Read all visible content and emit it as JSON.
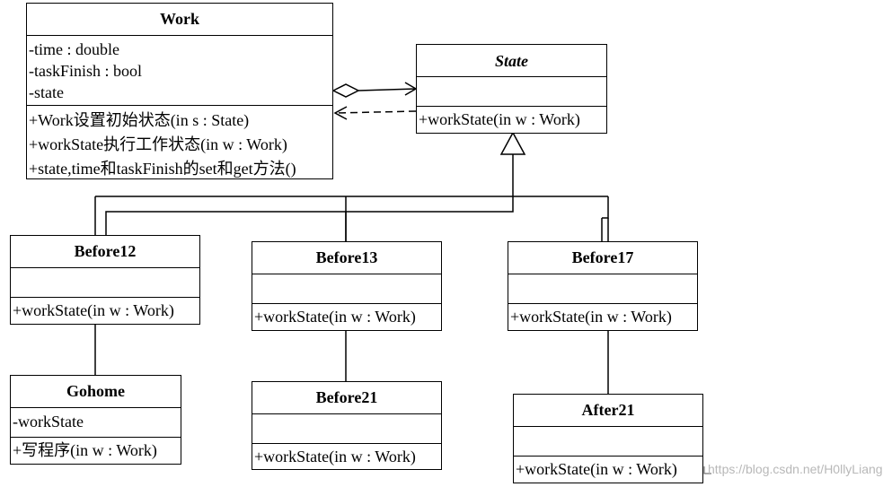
{
  "work": {
    "name": "Work",
    "attributes": [
      "-time : double",
      "-taskFinish : bool",
      "-state"
    ],
    "operations": [
      "+Work设置初始状态(in s : State)",
      "+workState执行工作状态(in w : Work)",
      "+state,time和taskFinish的set和get方法()"
    ]
  },
  "state": {
    "name": "State",
    "operations": [
      "+workState(in w : Work)"
    ]
  },
  "before12": {
    "name": "Before12",
    "operations": [
      "+workState(in w : Work)"
    ]
  },
  "before13": {
    "name": "Before13",
    "operations": [
      "+workState(in w : Work)"
    ]
  },
  "before17": {
    "name": "Before17",
    "operations": [
      "+workState(in w : Work)"
    ]
  },
  "gohome": {
    "name": "Gohome",
    "attributes": [
      "-workState"
    ],
    "operations": [
      "+写程序(in w : Work)"
    ]
  },
  "before21": {
    "name": "Before21",
    "operations": [
      "+workState(in w : Work)"
    ]
  },
  "after21": {
    "name": "After21",
    "operations": [
      "+workState(in w : Work)"
    ]
  },
  "watermark": "https://blog.csdn.net/H0llyLiang"
}
